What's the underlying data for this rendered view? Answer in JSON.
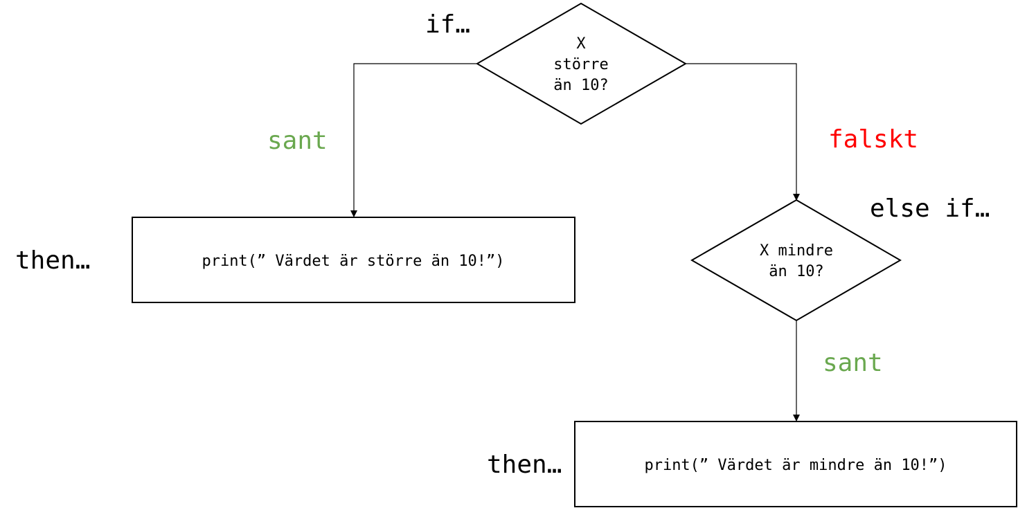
{
  "diagram": {
    "decision1": {
      "lines": [
        "X",
        "större",
        "än 10?"
      ]
    },
    "decision2": {
      "lines": [
        "X mindre",
        "än 10?"
      ]
    },
    "box1": {
      "text": "print(” Värdet är större än 10!”)"
    },
    "box2": {
      "text": "print(” Värdet är mindre än 10!”)"
    },
    "labels": {
      "if": "if…",
      "else_if": "else if…",
      "then1": "then…",
      "then2": "then…",
      "sant1": "sant",
      "falskt": "falskt",
      "sant2": "sant"
    },
    "colors": {
      "sant": "#6aa84f",
      "falskt": "#ff0000",
      "stroke": "#000000"
    }
  }
}
